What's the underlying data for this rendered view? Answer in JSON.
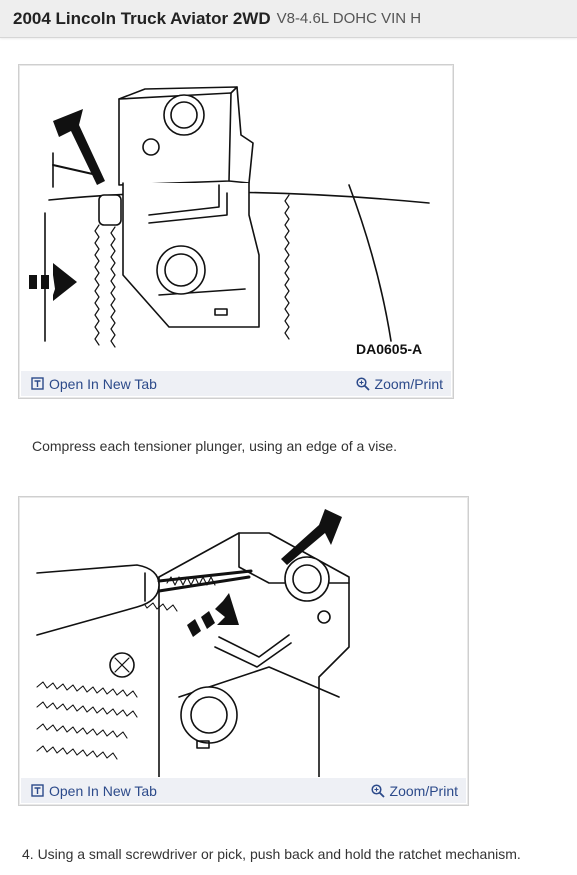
{
  "header": {
    "vehicle": "2004 Lincoln Truck Aviator 2WD",
    "engine": "V8-4.6L DOHC VIN H"
  },
  "figures": [
    {
      "label": "DA0605-A",
      "open_tab": "Open In New Tab",
      "zoom": "Zoom/Print"
    },
    {
      "open_tab": "Open In New Tab",
      "zoom": "Zoom/Print"
    }
  ],
  "steps": [
    {
      "text": "Compress each tensioner plunger, using an edge of a vise."
    },
    {
      "text": "4. Using a small screwdriver or pick, push back and hold the ratchet mechanism."
    }
  ],
  "icons": {
    "open_tab": "open-new-tab-icon",
    "zoom": "magnifier-icon"
  },
  "colors": {
    "link": "#2c4a8a",
    "header_bg": "#eeeeee",
    "bar_bg": "#eef0f5"
  }
}
